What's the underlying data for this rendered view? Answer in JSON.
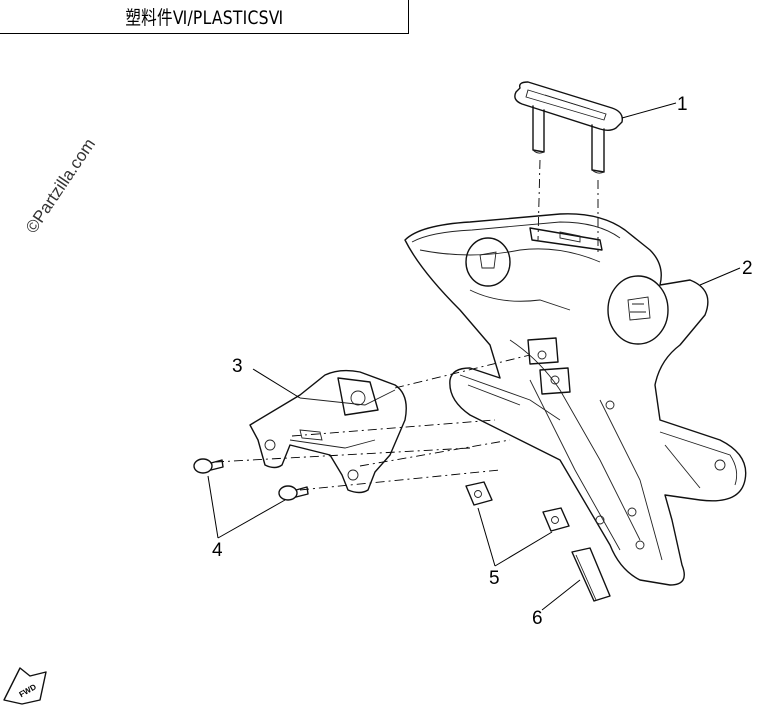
{
  "header": {
    "title": "塑料件Ⅵ/PLASTICSⅥ"
  },
  "watermark": "©Partzilla.com",
  "callouts": [
    "1",
    "2",
    "3",
    "4",
    "5",
    "6"
  ],
  "fwd_label": "FWD"
}
